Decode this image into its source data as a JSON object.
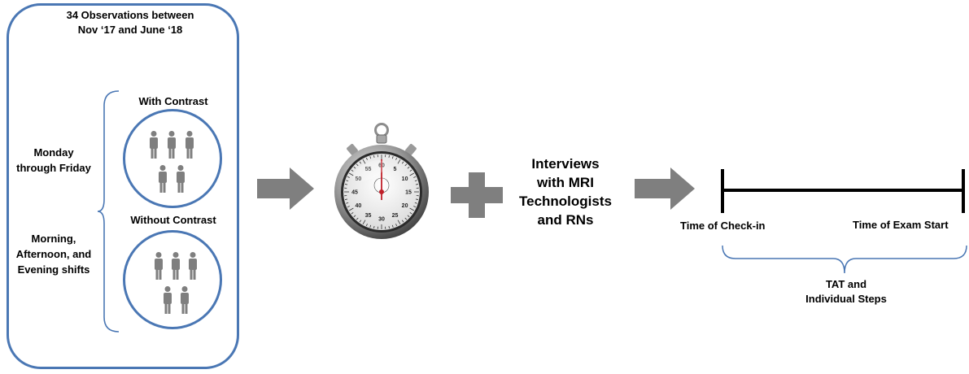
{
  "observations": {
    "title_line1": "34 Observations between",
    "title_line2": "Nov ‘17  and June ‘18"
  },
  "schedule": {
    "weekdays_line1": "Monday",
    "weekdays_line2": "through Friday",
    "shifts_line1": "Morning,",
    "shifts_line2": "Afternoon, and",
    "shifts_line3": "Evening shifts"
  },
  "groups": {
    "with_contrast": "With Contrast",
    "without_contrast": "Without Contrast"
  },
  "stopwatch": {
    "dial_numbers": [
      "60",
      "5",
      "10",
      "15",
      "20",
      "25",
      "30",
      "35",
      "40",
      "45",
      "50",
      "55"
    ]
  },
  "interviews": {
    "line1": "Interviews",
    "line2": "with MRI",
    "line3": "Technologists",
    "line4": "and RNs"
  },
  "timeline": {
    "start_label": "Time of Check-in",
    "end_label": "Time of Exam Start",
    "brace_line1": "TAT and",
    "brace_line2": "Individual Steps"
  },
  "colors": {
    "panel_border": "#4a77b4",
    "person_fill": "#7f7f7f",
    "arrow_fill": "#7f7f7f",
    "timeline": "#000000"
  },
  "icons": [
    "person-icon",
    "stopwatch-icon",
    "arrow-right-icon",
    "plus-icon",
    "curly-brace-icon"
  ]
}
